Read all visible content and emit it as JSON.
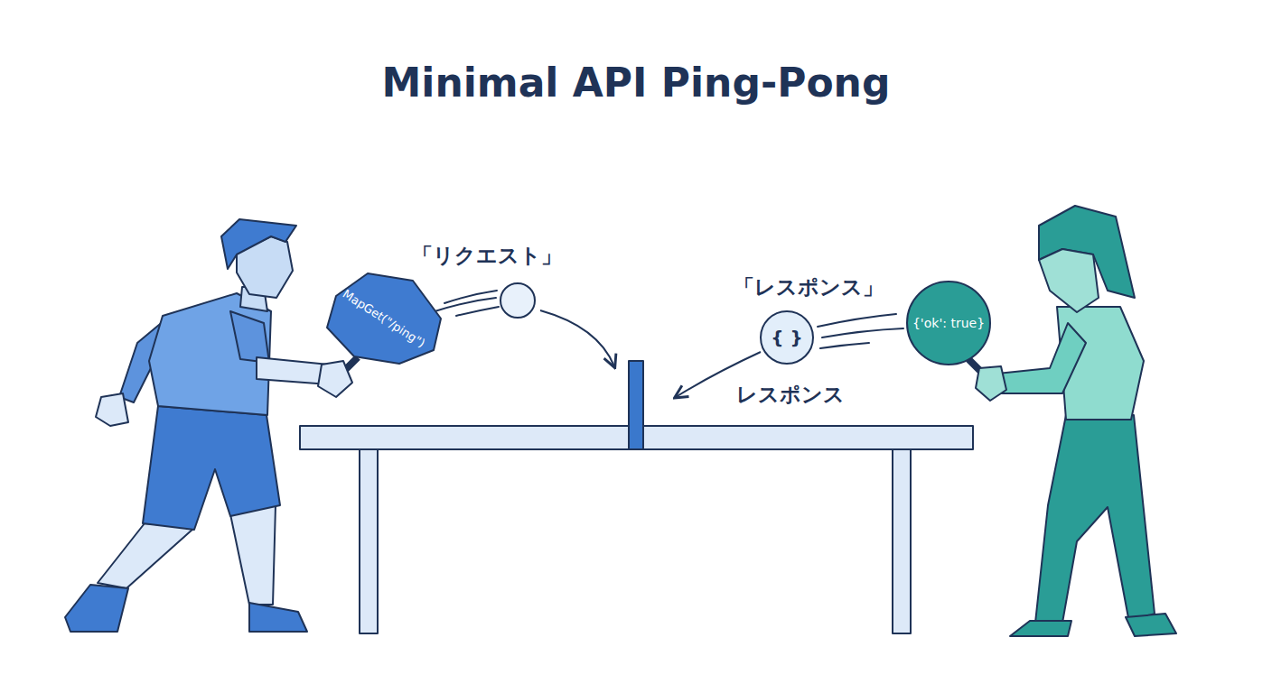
{
  "diagram": {
    "title": "Minimal API Ping-Pong",
    "nodes": [
      {
        "text": [
          "MapGet(\"/ping\")"
        ]
      },
      {
        "text": [
          "「リクエスト」"
        ]
      },
      {
        "text": [
          "「レスポンス」",
          "{ }"
        ]
      },
      {
        "text": [
          "{'ok': true}"
        ]
      }
    ],
    "labels": [
      "レスポンス"
    ]
  }
}
